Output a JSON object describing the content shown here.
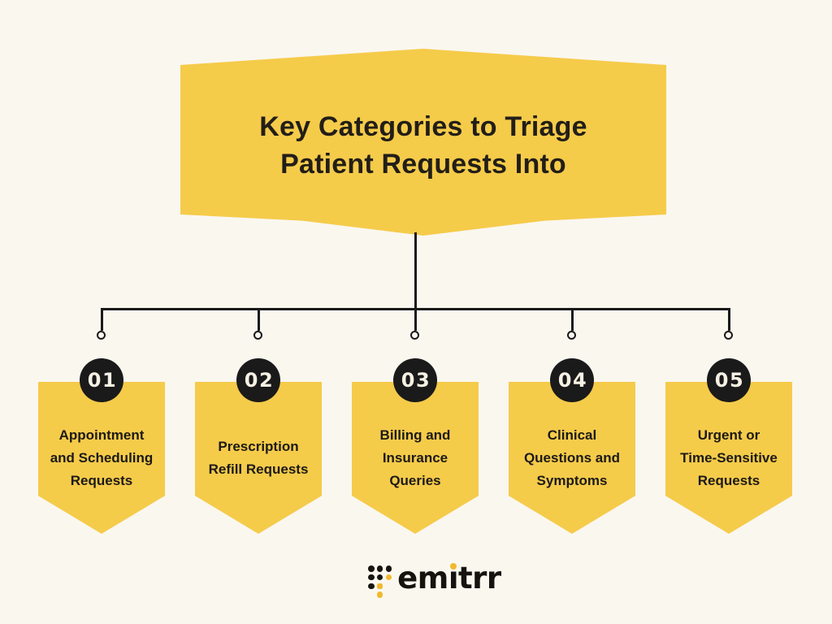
{
  "colors": {
    "background": "#FAF7EF",
    "accent_yellow": "#F5CB4A",
    "ink_black": "#1A1A1A",
    "number_text": "#F6F1E4",
    "logo_gold": "#F2B92D"
  },
  "header": {
    "title": "Key Categories to Triage\nPatient Requests Into"
  },
  "items": [
    {
      "number": "01",
      "label": "Appointment\nand Scheduling\nRequests"
    },
    {
      "number": "02",
      "label": "Prescription\nRefill Requests"
    },
    {
      "number": "03",
      "label": "Billing and\nInsurance\nQueries"
    },
    {
      "number": "04",
      "label": "Clinical\nQuestions and\nSymptoms"
    },
    {
      "number": "05",
      "label": "Urgent or\nTime-Sensitive\nRequests"
    }
  ],
  "logo": {
    "name": "emitrr",
    "prefix": "em",
    "dotless_i": "ı",
    "suffix": "trr"
  }
}
